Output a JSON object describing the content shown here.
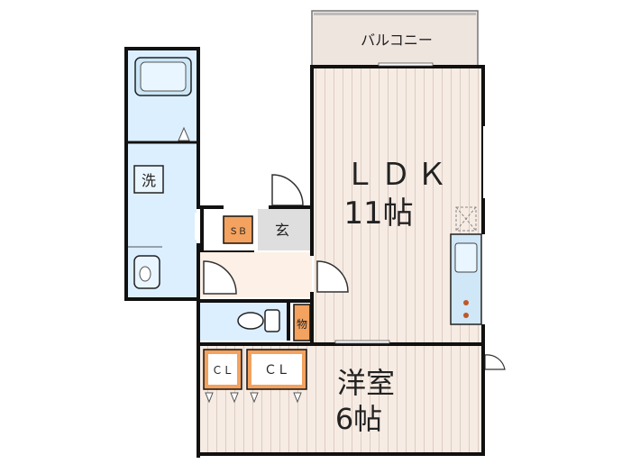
{
  "rooms": {
    "balcony": "バルコニー",
    "ldk_name": "ＬＤＫ",
    "ldk_size": "11帖",
    "western_name": "洋室",
    "western_size": "6帖",
    "entrance": "玄",
    "shoe_box": "ＳＢ",
    "storage": "物",
    "closet_1": "ＣＬ",
    "closet_2": "ＣＬ",
    "washer": "洗"
  },
  "colors": {
    "wall": "#111111",
    "floor_stripe_bg": "#f7ece4",
    "floor_stripe_line": "#c9b8ab",
    "wet_area": "#dcefff",
    "entrance_floor": "#dedede",
    "hall": "#fdf0e6",
    "storage": "#f3a25f",
    "balcony": "#efe5df"
  }
}
